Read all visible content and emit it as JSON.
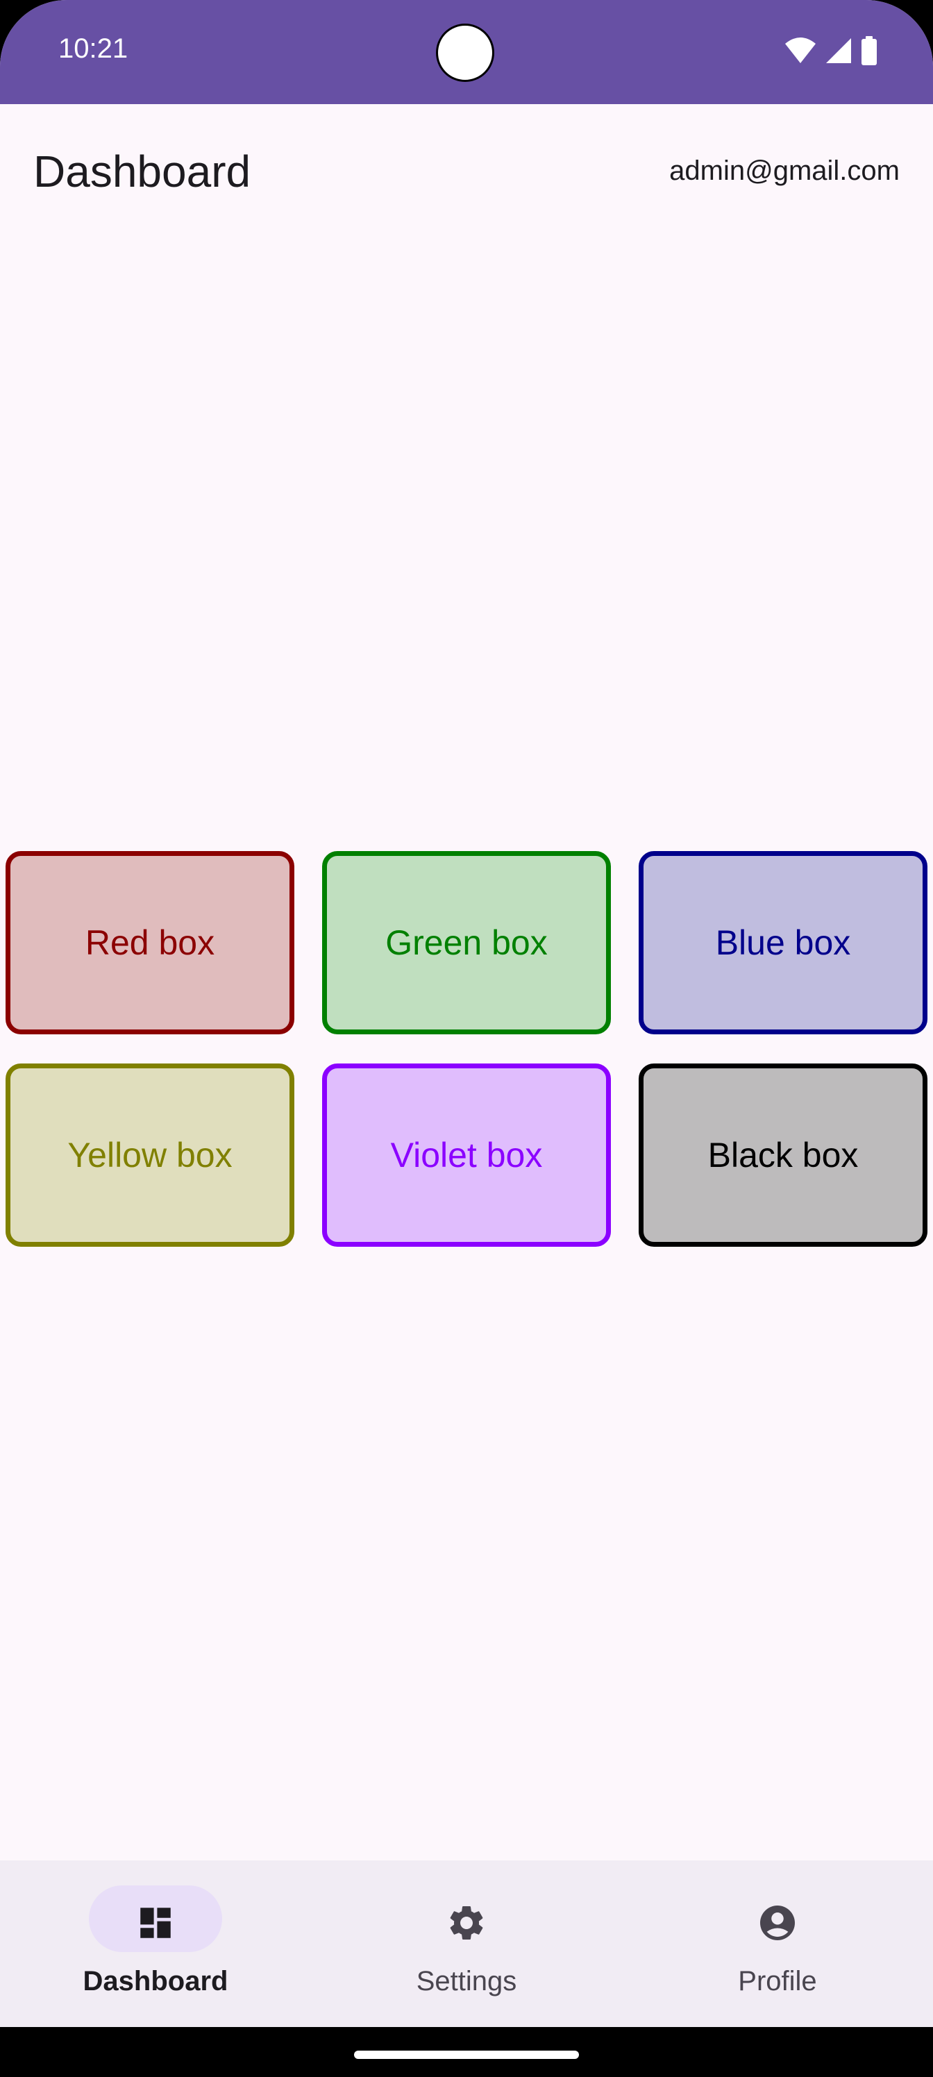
{
  "status_bar": {
    "time": "10:21",
    "background": "#6750a4",
    "icons": [
      "wifi-icon",
      "cellular-signal-icon",
      "battery-icon"
    ]
  },
  "app_bar": {
    "title": "Dashboard",
    "user_email": "admin@gmail.com"
  },
  "boxes": [
    {
      "label": "Red box",
      "border": "#8b0000",
      "fill": "#e0bcbd"
    },
    {
      "label": "Green box",
      "border": "#008000",
      "fill": "#c0dfbf"
    },
    {
      "label": "Blue box",
      "border": "#00008b",
      "fill": "#c0bddf"
    },
    {
      "label": "Yellow box",
      "border": "#808000",
      "fill": "#e0debd"
    },
    {
      "label": "Violet box",
      "border": "#8b00ff",
      "fill": "#e0bdfd"
    },
    {
      "label": "Black box",
      "border": "#000000",
      "fill": "#bdbbbc"
    }
  ],
  "bottom_nav": {
    "items": [
      {
        "label": "Dashboard",
        "icon": "dashboard-icon",
        "active": true
      },
      {
        "label": "Settings",
        "icon": "gear-icon",
        "active": false
      },
      {
        "label": "Profile",
        "icon": "account-circle-icon",
        "active": false
      }
    ],
    "active_indicator_color": "#e8def8"
  },
  "colors": {
    "background": "#fdf7fc",
    "nav_background": "#f1ecf4",
    "text_primary": "#1d1b20"
  }
}
